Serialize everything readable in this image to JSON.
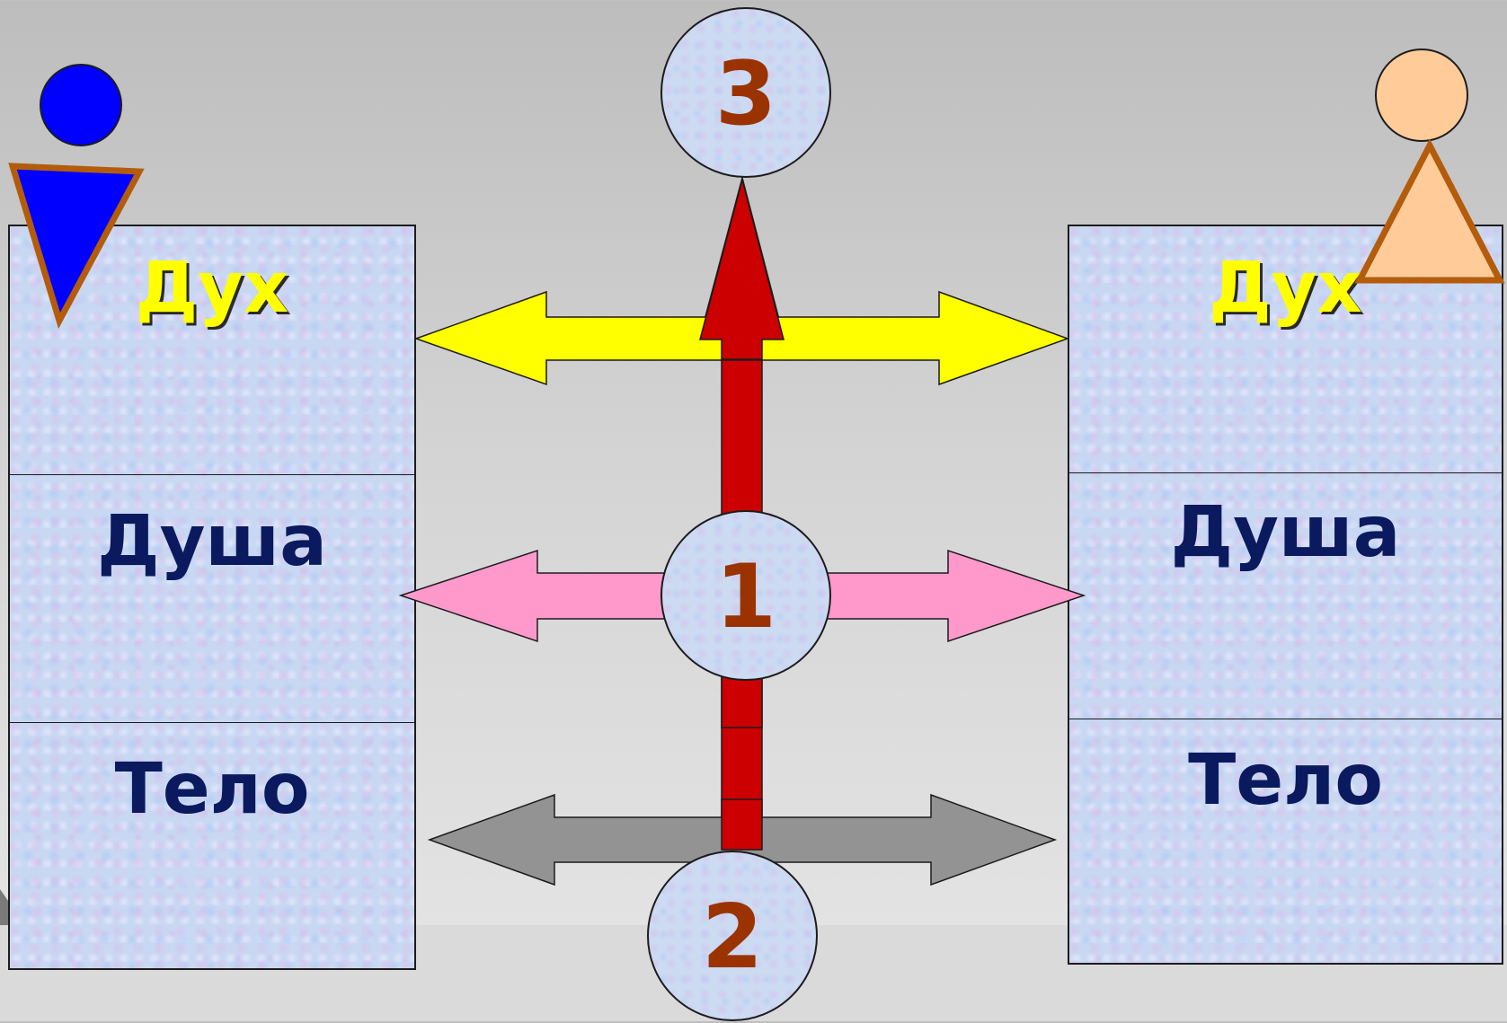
{
  "left_figure": {
    "shape": "blue-person-icon",
    "layers": {
      "spirit": "Дух",
      "soul": "Душа",
      "body": "Тело"
    }
  },
  "right_figure": {
    "shape": "peach-person-icon",
    "layers": {
      "spirit": "Дух",
      "soul": "Душа",
      "body": "Тело"
    }
  },
  "nodes": {
    "top": "3",
    "center": "1",
    "bottom": "2"
  },
  "colors": {
    "spirit_arrow": "#ffff00",
    "soul_arrow": "#ff99cc",
    "body_arrow": "#939393",
    "vertical_arrow": "#cc0000",
    "node_number": "#9a3300",
    "label_text": "#0b1a5e",
    "left_figure": "#0000ff",
    "right_figure": "#ffcc99",
    "figure_outline": "#b35c0c"
  }
}
